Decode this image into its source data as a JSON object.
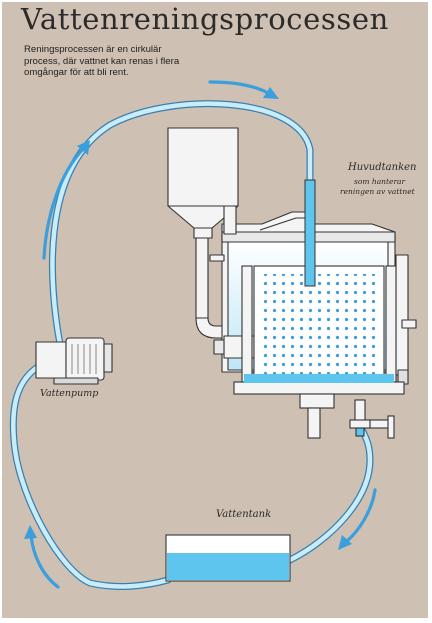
{
  "title": "Vattenreningsprocessen",
  "intro_lines": [
    "Reningsprocessen är en cirkulär",
    "process, där vattnet kan renas i flera",
    "omgångar för att bli rent."
  ],
  "labels": {
    "main_tank_title": "Huvudtanken",
    "main_tank_line1": "som hanterar",
    "main_tank_line2": "reningen av vattnet",
    "pump": "Vattenpump",
    "water_tank": "Vattentank"
  },
  "colors": {
    "background": "#cec0b2",
    "water": "#5ec6ee",
    "arrow": "#3a9fdc",
    "metal": "#f4f4f4",
    "outline": "#333333"
  }
}
